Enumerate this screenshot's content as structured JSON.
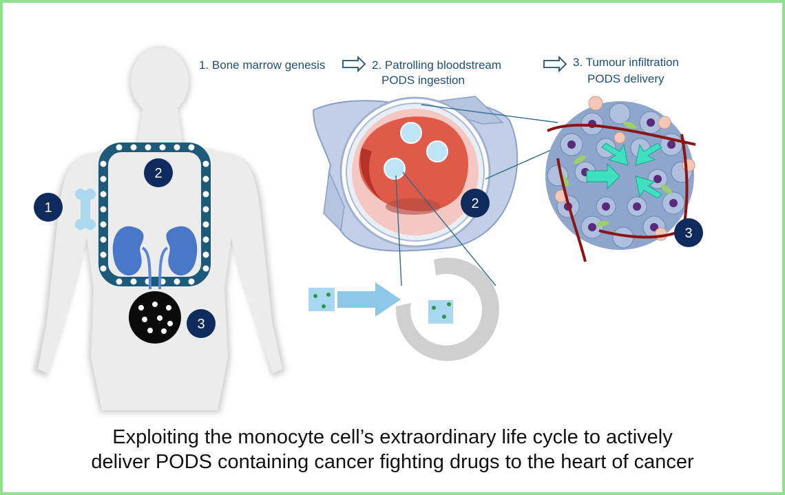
{
  "steps": {
    "step1": "1. Bone marrow genesis",
    "step2_line1": "2. Patrolling bloodstream",
    "step2_line2": "PODS ingestion",
    "step3_line1": "3. Tumour infiltration",
    "step3_line2": "PODS delivery"
  },
  "badges": {
    "one": "1",
    "two": "2",
    "three": "3"
  },
  "caption": {
    "line1": "Exploiting the monocyte cell’s extraordinary life cycle to actively",
    "line2": "deliver PODS containing cancer fighting drugs to the heart of cancer"
  },
  "colors": {
    "border": "#8fe08f",
    "badge": "#0f2a5c",
    "vessel": "#1d5a7a",
    "kidney": "#4a78c8",
    "bone": "#a9d8ef",
    "arrow_cyan": "#3ee0c0",
    "text": "#1f4e79"
  },
  "icons": {
    "body": "human-silhouette-icon",
    "bone": "bone-icon",
    "kidneys": "kidneys-icon",
    "tumour": "tumour-icon"
  }
}
